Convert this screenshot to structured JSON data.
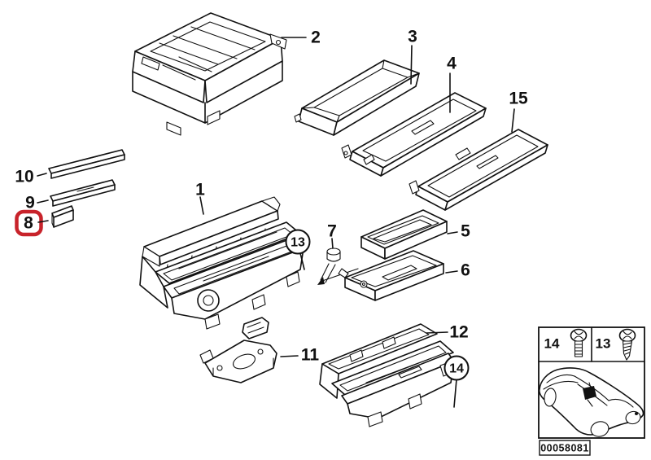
{
  "figure": {
    "background_color": "#ffffff",
    "line_color": "#111111",
    "highlight_color": "#c8232b",
    "description": "Exploded parts diagram: storing partition / center console trays with flaps, trims and mounting hardware"
  },
  "callouts": {
    "p1": {
      "label": "1",
      "style": "plain"
    },
    "p2": {
      "label": "2",
      "style": "plain"
    },
    "p3": {
      "label": "3",
      "style": "plain"
    },
    "p4": {
      "label": "4",
      "style": "plain"
    },
    "p5": {
      "label": "5",
      "style": "plain"
    },
    "p6": {
      "label": "6",
      "style": "plain"
    },
    "p7": {
      "label": "7",
      "style": "plain"
    },
    "p8": {
      "label": "8",
      "style": "highlighted"
    },
    "p9": {
      "label": "9",
      "style": "plain"
    },
    "p10": {
      "label": "10",
      "style": "plain"
    },
    "p11": {
      "label": "11",
      "style": "plain"
    },
    "p12": {
      "label": "12",
      "style": "plain"
    },
    "p13": {
      "label": "13",
      "style": "circled"
    },
    "p14": {
      "label": "14",
      "style": "circled"
    },
    "p15": {
      "label": "15",
      "style": "plain"
    }
  },
  "legend": {
    "fastener_14_label": "14",
    "fastener_14_icon": "machine-screw-icon",
    "fastener_13_label": "13",
    "fastener_13_icon": "tapping-screw-icon",
    "car_icon": "car-location-icon",
    "image_code": "00058081"
  }
}
